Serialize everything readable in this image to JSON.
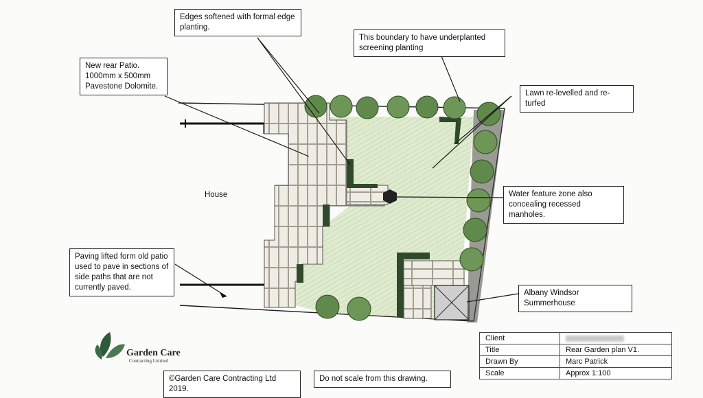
{
  "callouts": {
    "edges": [
      "Edges softened with formal edge",
      "planting."
    ],
    "boundary": [
      "This boundary to have underplanted",
      "screening planting"
    ],
    "patio": [
      "New rear Patio.",
      "1000mm x 500mm",
      "Pavestone Dolomite."
    ],
    "lawn": [
      "Lawn re-levelled and re-turfed"
    ],
    "water": [
      "Water feature zone also",
      "concealing recessed manholes."
    ],
    "paving": [
      "Paving lifted form old patio",
      "used to pave in sections of",
      "side paths that are not",
      "currently paved."
    ],
    "summerhouse": [
      "Albany Windsor Summerhouse"
    ]
  },
  "house_label": "House",
  "logo": {
    "name": "Garden Care",
    "sub": "Contracting Limited",
    "icon": "leaf-logo-icon"
  },
  "copyright": "©Garden Care Contracting Ltd 2019.",
  "scale_note": "Do not scale from this drawing.",
  "title_block": {
    "rows": [
      {
        "key": "Client",
        "value": "",
        "redacted": true
      },
      {
        "key": "Title",
        "value": "Rear Garden plan V1."
      },
      {
        "key": "Drawn By",
        "value": "Marc Patrick"
      },
      {
        "key": "Scale",
        "value": "Approx 1:100"
      }
    ]
  },
  "colors": {
    "lawn": "#dde9cf",
    "hedge": "#2f4a2a",
    "shrub": "#5f8a4c",
    "paving": "#efece3",
    "line": "#1a1a1a"
  }
}
